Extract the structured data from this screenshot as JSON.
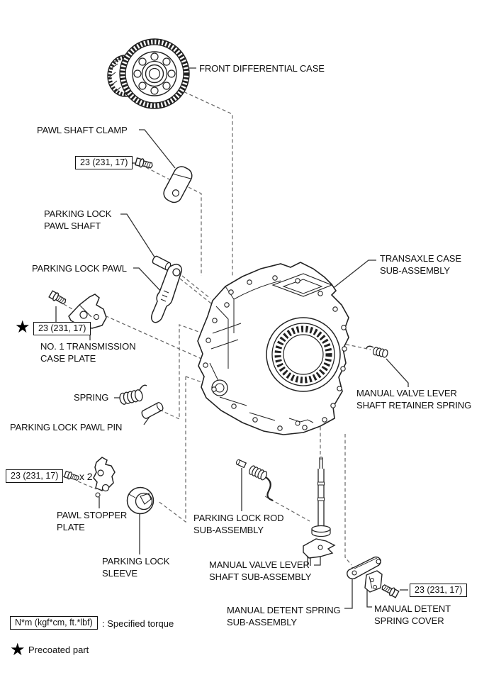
{
  "labels": {
    "front_differential_case": {
      "lines": [
        "FRONT DIFFERENTIAL CASE"
      ]
    },
    "pawl_shaft_clamp": {
      "lines": [
        "PAWL SHAFT CLAMP"
      ]
    },
    "parking_lock_pawl_shaft": {
      "lines": [
        "PARKING LOCK",
        "PAWL SHAFT"
      ]
    },
    "parking_lock_pawl": {
      "lines": [
        "PARKING LOCK PAWL"
      ]
    },
    "no1_transmission_case_plate": {
      "lines": [
        "NO. 1 TRANSMISSION",
        "CASE PLATE"
      ]
    },
    "transaxle_case": {
      "lines": [
        "TRANSAXLE CASE",
        "SUB-ASSEMBLY"
      ]
    },
    "spring": {
      "lines": [
        "SPRING"
      ]
    },
    "manual_valve_lever_shaft_retainer_spring": {
      "lines": [
        "MANUAL VALVE LEVER",
        "SHAFT RETAINER SPRING"
      ]
    },
    "parking_lock_pawl_pin": {
      "lines": [
        "PARKING LOCK PAWL PIN"
      ]
    },
    "pawl_stopper_plate": {
      "lines": [
        "PAWL STOPPER",
        "PLATE"
      ]
    },
    "parking_lock_sleeve": {
      "lines": [
        "PARKING LOCK",
        "SLEEVE"
      ]
    },
    "parking_lock_rod": {
      "lines": [
        "PARKING LOCK ROD",
        "SUB-ASSEMBLY"
      ]
    },
    "manual_valve_lever_shaft": {
      "lines": [
        "MANUAL VALVE LEVER",
        "SHAFT SUB-ASSEMBLY"
      ]
    },
    "manual_detent_spring": {
      "lines": [
        "MANUAL DETENT SPRING",
        "SUB-ASSEMBLY"
      ]
    },
    "manual_detent_spring_cover": {
      "lines": [
        "MANUAL DETENT",
        "SPRING COVER"
      ]
    }
  },
  "torque_boxes": {
    "b1": "23 (231, 17)",
    "b2": "23 (231, 17)",
    "b3": "23 (231, 17)",
    "b4": "23 (231, 17)"
  },
  "bolt_multiplier": "x 2",
  "star_glyph": "★",
  "legend": {
    "torque_unit": "N*m (kgf*cm, ft.*lbf)",
    "torque_desc": ": Specified torque",
    "precoated": "Precoated part"
  },
  "colors": {
    "line": "#1a1a1a",
    "leader_dashed": "#666666",
    "background": "#ffffff"
  }
}
